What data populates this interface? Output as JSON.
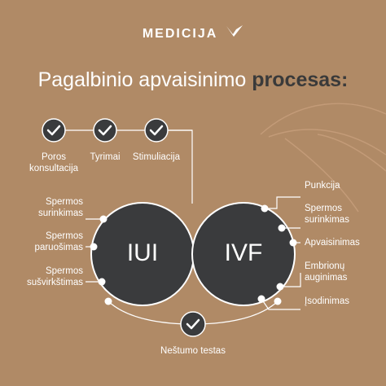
{
  "brand": {
    "name": "MEDICIJA",
    "logo_icon": "bird-icon"
  },
  "title": {
    "normal": "Pagalbinio apvaisinimo ",
    "bold": "procesas:"
  },
  "steps": [
    {
      "label": "Poros\nkonsultacija"
    },
    {
      "label": "Tyrimai"
    },
    {
      "label": "Stimuliacija"
    }
  ],
  "iui": {
    "name": "IUI",
    "labels": [
      "Spermos\nsurinkimas",
      "Spermos\nparuošimas",
      "Spermos\nsušvirkštimas"
    ]
  },
  "ivf": {
    "name": "IVF",
    "labels": [
      "Punkcija",
      "Spermos\nsurinkimas",
      "Apvaisinimas",
      "Embrionų\nauginimas",
      "Įsodinimas"
    ]
  },
  "final": {
    "label": "Neštumo testas"
  },
  "colors": {
    "background": "#b08a66",
    "dark": "#3a3b3d",
    "white": "#ffffff",
    "leaf": "#c39b78"
  }
}
